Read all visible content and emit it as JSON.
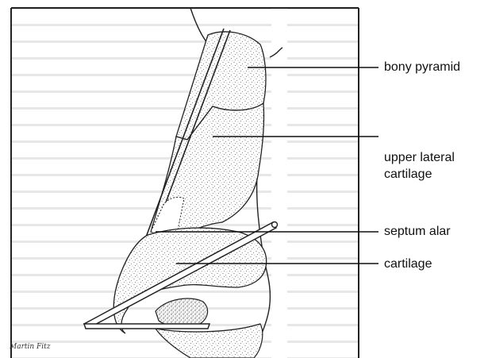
{
  "labels": {
    "bony_pyramid": "bony pyramid",
    "upper_lateral_line1": "upper lateral",
    "upper_lateral_line2": "cartilage",
    "septum_alar": "septum alar",
    "cartilage": "cartilage"
  },
  "signature": "Martin Fitz",
  "colors": {
    "ink": "#111111",
    "stipple": "#555555",
    "background_text": "#c8c8c8",
    "paper": "#ffffff"
  }
}
